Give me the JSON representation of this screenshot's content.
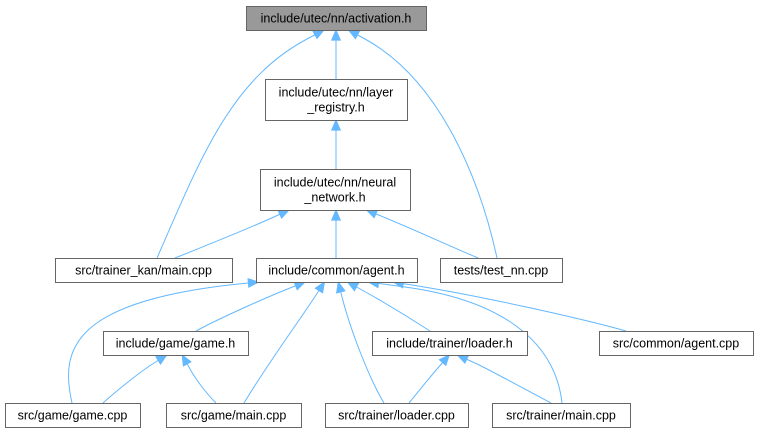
{
  "diagram": {
    "title": "",
    "nodes": [
      {
        "id": "activation",
        "lines": [
          "include/utec/nn/activation.h"
        ],
        "root": true
      },
      {
        "id": "layer_reg",
        "lines": [
          "include/utec/nn/layer",
          "_registry.h"
        ]
      },
      {
        "id": "neural_net",
        "lines": [
          "include/utec/nn/neural",
          "_network.h"
        ]
      },
      {
        "id": "trainer_kan",
        "lines": [
          "src/trainer_kan/main.cpp"
        ]
      },
      {
        "id": "agent_h",
        "lines": [
          "include/common/agent.h"
        ]
      },
      {
        "id": "test_nn",
        "lines": [
          "tests/test_nn.cpp"
        ]
      },
      {
        "id": "game_h",
        "lines": [
          "include/game/game.h"
        ]
      },
      {
        "id": "loader_h",
        "lines": [
          "include/trainer/loader.h"
        ]
      },
      {
        "id": "agent_cpp",
        "lines": [
          "src/common/agent.cpp"
        ]
      },
      {
        "id": "game_cpp",
        "lines": [
          "src/game/game.cpp"
        ]
      },
      {
        "id": "game_main",
        "lines": [
          "src/game/main.cpp"
        ]
      },
      {
        "id": "loader_cpp",
        "lines": [
          "src/trainer/loader.cpp"
        ]
      },
      {
        "id": "trainer_main",
        "lines": [
          "src/trainer/main.cpp"
        ]
      }
    ],
    "edges": [
      {
        "from": "layer_reg",
        "to": "activation"
      },
      {
        "from": "trainer_kan",
        "to": "activation"
      },
      {
        "from": "test_nn",
        "to": "activation"
      },
      {
        "from": "neural_net",
        "to": "layer_reg"
      },
      {
        "from": "trainer_kan",
        "to": "neural_net"
      },
      {
        "from": "agent_h",
        "to": "neural_net"
      },
      {
        "from": "test_nn",
        "to": "neural_net"
      },
      {
        "from": "game_cpp",
        "to": "agent_h"
      },
      {
        "from": "game_h",
        "to": "agent_h"
      },
      {
        "from": "game_main",
        "to": "agent_h"
      },
      {
        "from": "loader_cpp",
        "to": "agent_h"
      },
      {
        "from": "loader_h",
        "to": "agent_h"
      },
      {
        "from": "trainer_main",
        "to": "agent_h"
      },
      {
        "from": "agent_cpp",
        "to": "agent_h"
      },
      {
        "from": "game_cpp",
        "to": "game_h"
      },
      {
        "from": "game_main",
        "to": "game_h"
      },
      {
        "from": "loader_cpp",
        "to": "loader_h"
      },
      {
        "from": "trainer_main",
        "to": "loader_h"
      }
    ]
  },
  "colors": {
    "edge": "#63b8ff",
    "node_border": "#666666",
    "root_fill": "#999999",
    "node_fill": "#ffffff"
  }
}
